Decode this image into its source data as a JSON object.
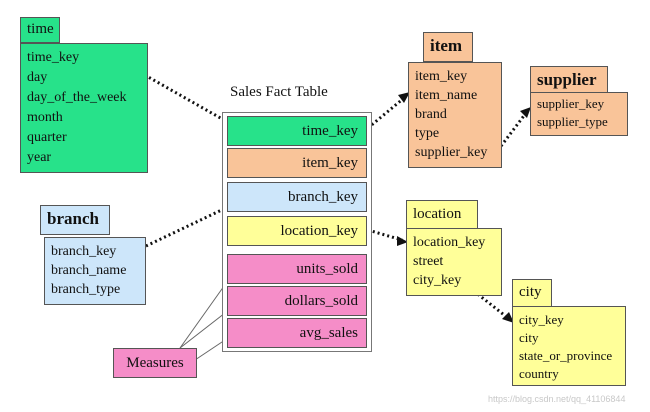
{
  "fact_table": {
    "title": "Sales Fact Table",
    "rows": [
      "time_key",
      "item_key",
      "branch_key",
      "location_key",
      "units_sold",
      "dollars_sold",
      "avg_sales"
    ]
  },
  "time": {
    "title": "time",
    "attrs": [
      "time_key",
      "day",
      "day_of_the_week",
      "month",
      "quarter",
      "year"
    ]
  },
  "branch": {
    "title": "branch",
    "attrs": [
      "branch_key",
      "branch_name",
      "branch_type"
    ]
  },
  "item": {
    "title": "item",
    "attrs": [
      "item_key",
      "item_name",
      "brand",
      "type",
      "supplier_key"
    ]
  },
  "supplier": {
    "title": "supplier",
    "attrs": [
      "supplier_key",
      "supplier_type"
    ]
  },
  "location": {
    "title": "location",
    "attrs": [
      "location_key",
      "street",
      "city_key"
    ]
  },
  "city": {
    "title": "city",
    "attrs": [
      "city_key",
      "city",
      "state_or_province",
      "country"
    ]
  },
  "measures": {
    "label": "Measures"
  },
  "watermark": "https://blog.csdn.net/qq_41106844",
  "colors": {
    "time": "#27e28a",
    "item": "#f9c499",
    "branch": "#cde6fa",
    "location": "#ffff99",
    "measures": "#f58dc8"
  }
}
